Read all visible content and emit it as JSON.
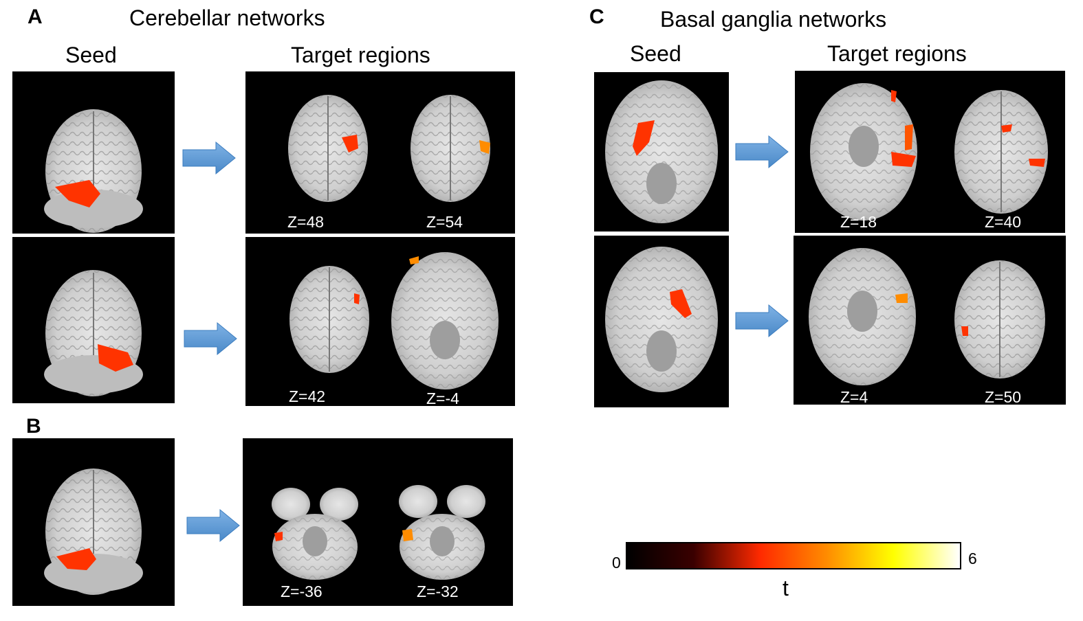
{
  "panels": {
    "A": {
      "letter": "A",
      "title": "Cerebellar networks",
      "seed_header": "Seed",
      "target_header": "Target regions",
      "rows": [
        {
          "z": [
            "Z=48",
            "Z=54"
          ]
        },
        {
          "z": [
            "Z=42",
            "Z=-4"
          ]
        }
      ]
    },
    "B": {
      "letter": "B",
      "z": [
        "Z=-36",
        "Z=-32"
      ]
    },
    "C": {
      "letter": "C",
      "title": "Basal ganglia networks",
      "seed_header": "Seed",
      "target_header": "Target regions",
      "rows": [
        {
          "z": [
            "Z=18",
            "Z=40"
          ]
        },
        {
          "z": [
            "Z=4",
            "Z=50"
          ]
        }
      ]
    }
  },
  "colorbar": {
    "min_label": "0",
    "max_label": "6",
    "axis_label": "t",
    "stops": [
      "#000000",
      "#3a0000",
      "#ff2a00",
      "#ff8c00",
      "#ffff00",
      "#ffffff"
    ]
  },
  "colors": {
    "arrow": "#5b9bd5",
    "activation": "#ff3300",
    "background": "#000000",
    "tissue": "#d9d9d9"
  }
}
